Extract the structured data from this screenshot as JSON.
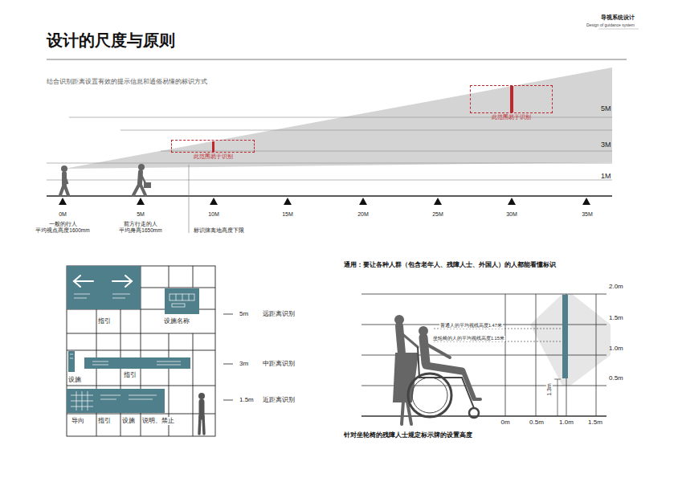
{
  "diagram": {
    "title": "设计的尺度与原则",
    "caption": "针对坐轮椅的残障人士规定标示牌的设置高度",
    "nodes": [
      {
        "text": [
          "此范围易于识别"
        ]
      },
      {
        "text": [
          "此范围易于识别"
        ]
      }
    ],
    "labels": [
      "导视系统设计",
      "Design of guidance system",
      "结合识别距离设置有效的提示信息和通俗易懂的标识方式",
      "5M",
      "3M",
      "1M",
      "0M",
      "一般的行人 平均视点高度1600mm",
      "5M",
      "前方行走的人 平均身高1650mm",
      "10M",
      "标识牌离地高度下限",
      "15M",
      "20M",
      "25M",
      "30M",
      "35M",
      "指引",
      "设施名称",
      "设施",
      "指引",
      "导向",
      "指引",
      "设施",
      "说明、禁止",
      "5m",
      "远距离识别",
      "3m",
      "中距离识别",
      "1.5m",
      "近距离识别",
      "通用：要让各种人群（包含老年人、残障人士、外国人）的人都能看懂标识",
      "2.0m",
      "1.5m",
      "1.0m",
      "0.5m",
      "0m",
      "0.5m",
      "1.0m",
      "1.5m",
      "普通人的平均视线高度1.47米",
      "坐轮椅的人的平均视线高度1.15米",
      "1.3m"
    ]
  }
}
